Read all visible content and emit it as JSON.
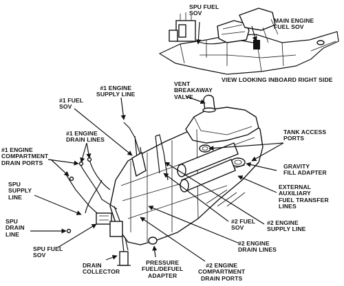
{
  "inset": {
    "labels": {
      "spu_fuel_sov": "SPU FUEL\nSOV",
      "main_engine_fuel_sov": "MAIN ENGINE\nFUEL SOV",
      "view_caption": "VIEW LOOKING INBOARD RIGHT SIDE"
    }
  },
  "main": {
    "labels": {
      "vent_breakaway_valve": "VENT\nBREAKAWAY\nVALVE",
      "engine1_supply_line": "#1 ENGINE\nSUPPLY LINE",
      "fuel1_sov": "#1 FUEL\nSOV",
      "engine1_drain_lines": "#1 ENGINE\nDRAIN LINES",
      "engine1_compartment_drain_ports": "#1 ENGINE\nCOMPARTMENT\nDRAIN PORTS",
      "spu_supply_line": "SPU\nSUPPLY\nLINE",
      "spu_drain_line": "SPU\nDRAIN\nLINE",
      "spu_fuel_sov": "SPU FUEL\nSOV",
      "drain_collector": "DRAIN\nCOLLECTOR",
      "pressure_fuel_defuel_adapter": "PRESSURE\nFUEL/DEFUEL\nADAPTER",
      "engine2_compartment_drain_ports": "#2 ENGINE\nCOMPARTMENT\nDRAIN PORTS",
      "engine2_drain_lines": "#2 ENGINE\nDRAIN LINES",
      "fuel2_sov": "#2 FUEL\nSOV",
      "engine2_supply_line": "#2 ENGINE\nSUPPLY LINE",
      "tank_access_ports": "TANK ACCESS\nPORTS",
      "gravity_fill_adapter": "GRAVITY\nFILL ADAPTER",
      "external_aux_fuel_transfer_lines": "EXTERNAL\nAUXILIARY\nFUEL TRANSFER\nLINES"
    }
  }
}
